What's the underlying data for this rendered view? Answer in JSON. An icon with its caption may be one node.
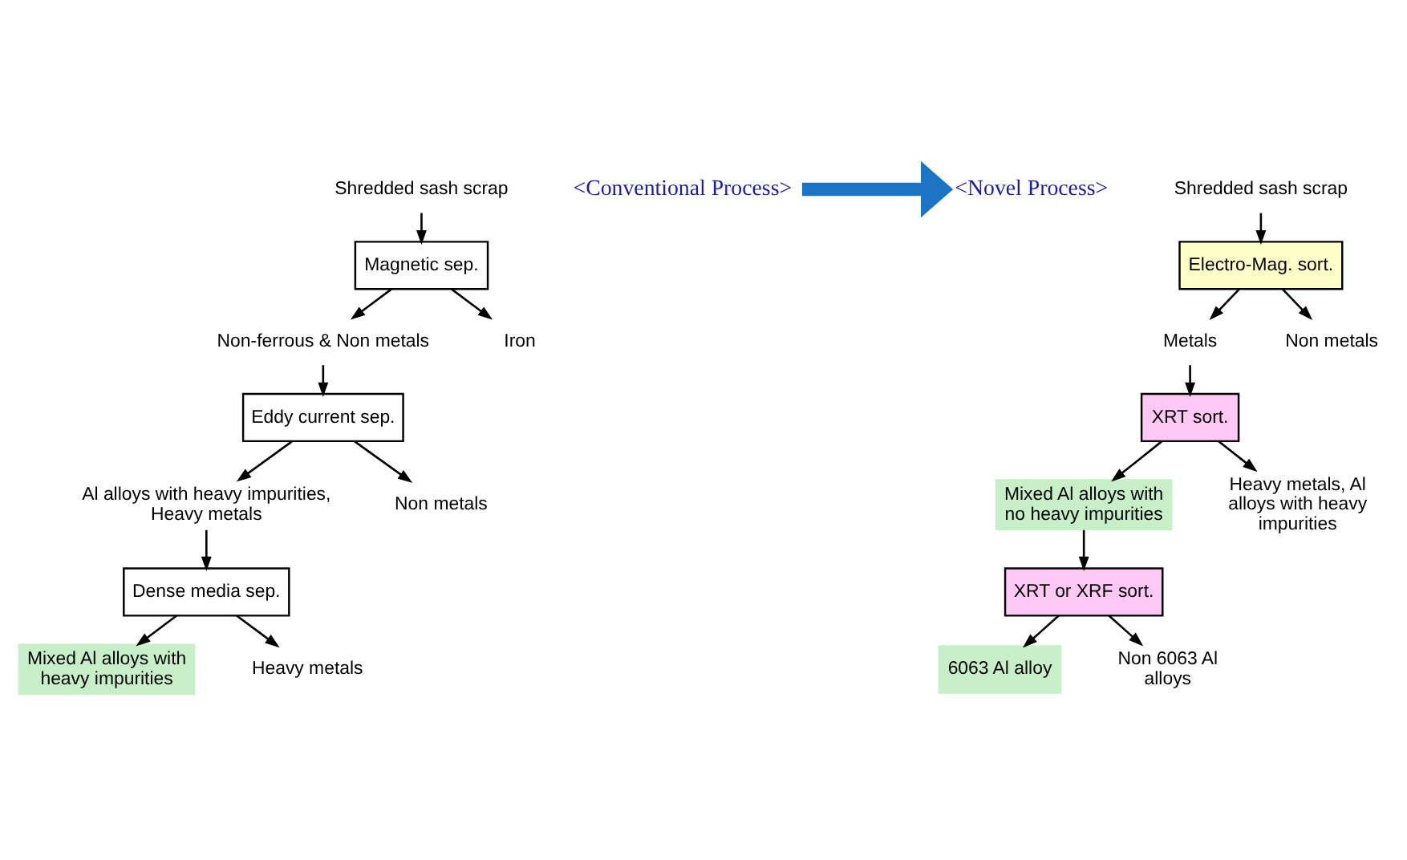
{
  "diagram": {
    "nodes": [
      {
        "text": [
          "Shredded sash scrap"
        ]
      },
      {
        "text": [
          "Magnetic sep."
        ]
      },
      {
        "text": [
          "Non-ferrous & Non metals"
        ]
      },
      {
        "text": [
          "Iron"
        ]
      },
      {
        "text": [
          "Eddy current sep."
        ]
      },
      {
        "text": [
          "Al alloys with heavy impurities, Heavy metals"
        ]
      },
      {
        "text": [
          "Non metals"
        ]
      },
      {
        "text": [
          "Dense media sep."
        ]
      },
      {
        "text": [
          "Mixed Al alloys with heavy impurities"
        ]
      },
      {
        "text": [
          "Heavy metals"
        ]
      },
      {
        "text": [
          "<Conventional Process>"
        ]
      },
      {
        "text": [
          "Shredded sash scrap"
        ]
      },
      {
        "text": [
          "Electro-Mag. sort."
        ]
      },
      {
        "text": [
          "Metals"
        ]
      },
      {
        "text": [
          "Non metals"
        ]
      },
      {
        "text": [
          "XRT sort."
        ]
      },
      {
        "text": [
          "Mixed Al alloys with no heavy impurities"
        ]
      },
      {
        "text": [
          "Heavy metals, Al alloys with heavy impurities"
        ]
      },
      {
        "text": [
          "XRT or XRF sort."
        ]
      },
      {
        "text": [
          "6063 Al alloy"
        ]
      },
      {
        "text": [
          "Non 6063 Al alloys"
        ]
      },
      {
        "text": [
          "<Novel Process>"
        ]
      }
    ],
    "edges": [
      {
        "from": 0,
        "to": 1,
        "arrow": "to"
      },
      {
        "from": 1,
        "to": 2,
        "arrow": "to"
      },
      {
        "from": 1,
        "to": 3,
        "arrow": "to"
      },
      {
        "from": 2,
        "to": 4,
        "arrow": "to"
      },
      {
        "from": 4,
        "to": 5,
        "arrow": "to"
      },
      {
        "from": 4,
        "to": 6,
        "arrow": "to"
      },
      {
        "from": 5,
        "to": 7,
        "arrow": "to"
      },
      {
        "from": 7,
        "to": 8,
        "arrow": "to"
      },
      {
        "from": 7,
        "to": 9,
        "arrow": "to"
      },
      {
        "from": 10,
        "to": 21,
        "arrow": "to",
        "style": "thick",
        "color": "#1b75c4"
      },
      {
        "from": 11,
        "to": 12,
        "arrow": "to"
      },
      {
        "from": 12,
        "to": 13,
        "arrow": "to"
      },
      {
        "from": 12,
        "to": 14,
        "arrow": "to"
      },
      {
        "from": 13,
        "to": 15,
        "arrow": "to"
      },
      {
        "from": 15,
        "to": 16,
        "arrow": "to"
      },
      {
        "from": 15,
        "to": 17,
        "arrow": "to"
      },
      {
        "from": 16,
        "to": 18,
        "arrow": "to"
      },
      {
        "from": 18,
        "to": 19,
        "arrow": "to"
      },
      {
        "from": 18,
        "to": 20,
        "arrow": "to"
      }
    ]
  }
}
